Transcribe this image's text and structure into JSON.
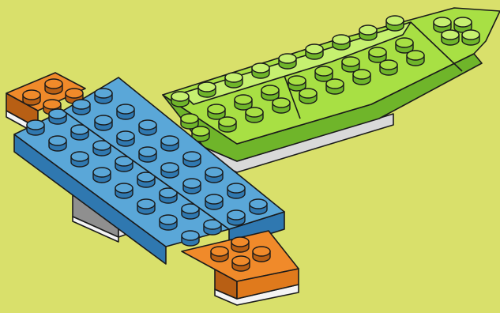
{
  "illustration": {
    "subject": "lego-brick-assembly",
    "colors": {
      "background": "#d9e06b",
      "lime": "#a8e044",
      "lime_dark": "#6fb52a",
      "lime_light": "#c6f070",
      "blue": "#5aa7d8",
      "blue_dark": "#2f78b0",
      "orange": "#f08a2a",
      "orange_dark": "#b85f14",
      "gray": "#cfcfcf",
      "gray_dark": "#8f8f8f",
      "white": "#f4f4f4",
      "outline": "#1a1a1a"
    },
    "pieces": [
      {
        "name": "lime-wedge-plate",
        "color": "lime"
      },
      {
        "name": "blue-plate-left",
        "color": "blue"
      },
      {
        "name": "blue-plate-right",
        "color": "blue"
      },
      {
        "name": "orange-plate-top",
        "color": "orange"
      },
      {
        "name": "orange-plate-bottom",
        "color": "orange"
      },
      {
        "name": "gray-plate",
        "color": "gray"
      }
    ]
  }
}
